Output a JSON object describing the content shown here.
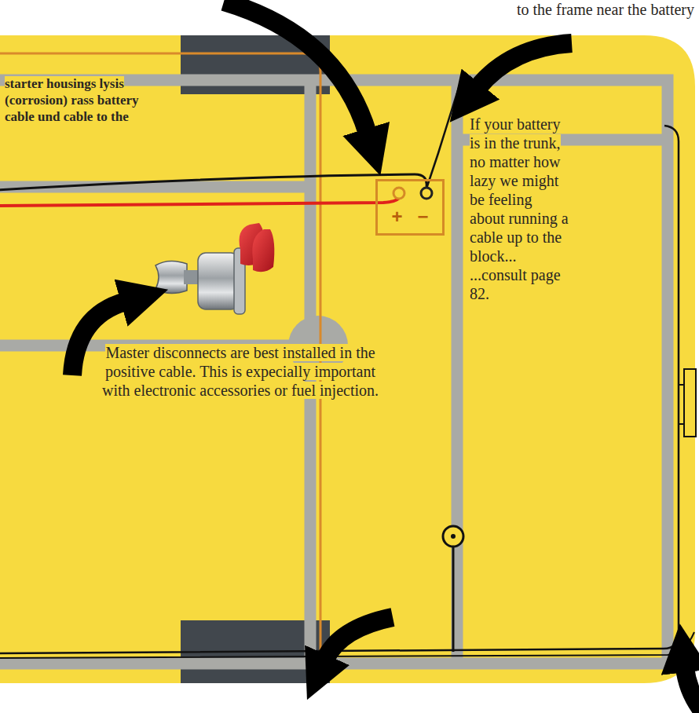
{
  "diagram": {
    "nodes": [
      {
        "text": [
          "+",
          "−"
        ]
      }
    ],
    "labels": [
      "to the frame near the battery",
      "starter housings lysis (corrosion) rass battery cable und cable to the",
      "Master disconnects are best installed in the positive cable. This is expecially important with electronic accessories or fuel injection.",
      "If your battery is in the trunk, no matter how lazy we might be feeling about running a cable up to the block... ...consult page 82."
    ]
  }
}
